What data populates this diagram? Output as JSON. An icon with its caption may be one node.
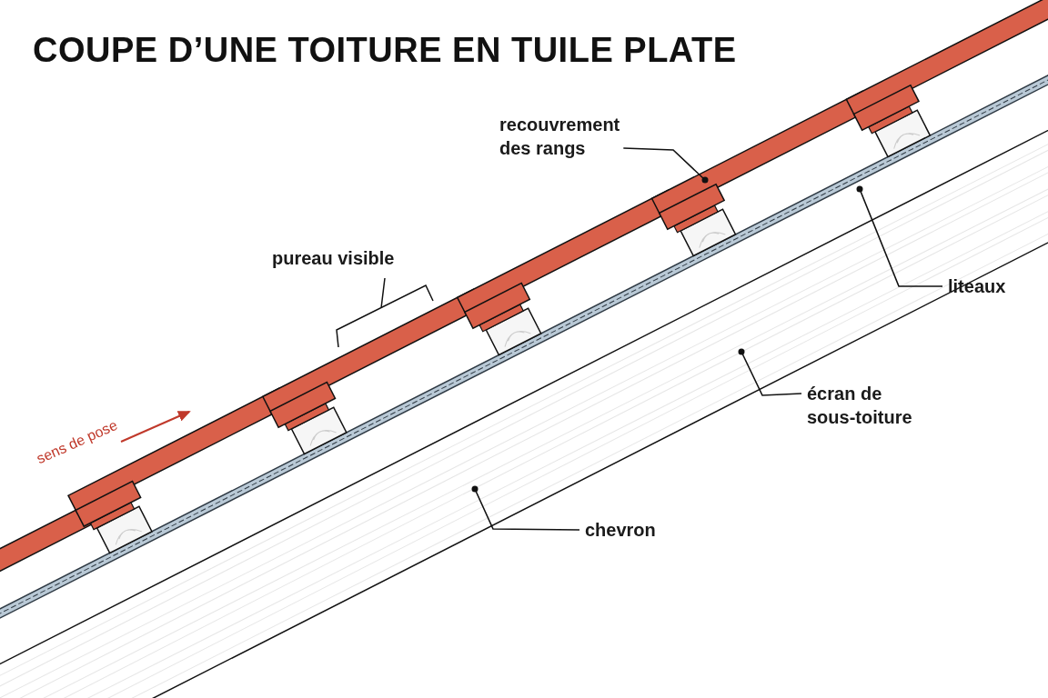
{
  "diagram": {
    "title": "COUPE D’UNE TOITURE EN TUILE PLATE",
    "nodes": [
      {
        "text": [
          "recouvrement des rangs"
        ]
      },
      {
        "text": [
          "liteaux"
        ]
      },
      {
        "text": [
          "écran de sous-toiture"
        ]
      },
      {
        "text": [
          "chevron"
        ]
      }
    ],
    "edges": [
      {
        "from": 0,
        "to": null,
        "arrow": "other"
      },
      {
        "from": 1,
        "to": null,
        "arrow": "other"
      },
      {
        "from": 2,
        "to": null,
        "arrow": "other"
      },
      {
        "from": 3,
        "to": null,
        "arrow": "other"
      }
    ],
    "labels": [
      "pureau visible",
      "sens de pose"
    ]
  }
}
